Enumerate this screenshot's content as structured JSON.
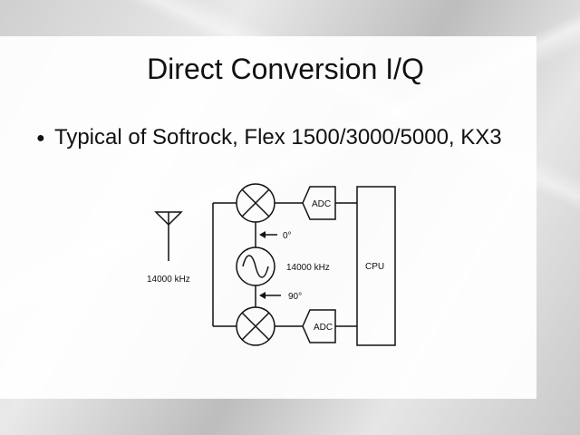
{
  "slide": {
    "title": "Direct Conversion I/Q",
    "bullets": [
      {
        "text": "Typical of Softrock, Flex 1500/3000/5000, KX3"
      }
    ]
  },
  "diagram": {
    "antenna_freq_label": "14000 kHz",
    "oscillator_freq_label": "14000 kHz",
    "phase_top_label": "0°",
    "phase_bottom_label": "90°",
    "adc_top_label": "ADC",
    "adc_bottom_label": "ADC",
    "cpu_label": "CPU"
  },
  "colors": {
    "stroke": "#111111",
    "text": "#111111"
  }
}
